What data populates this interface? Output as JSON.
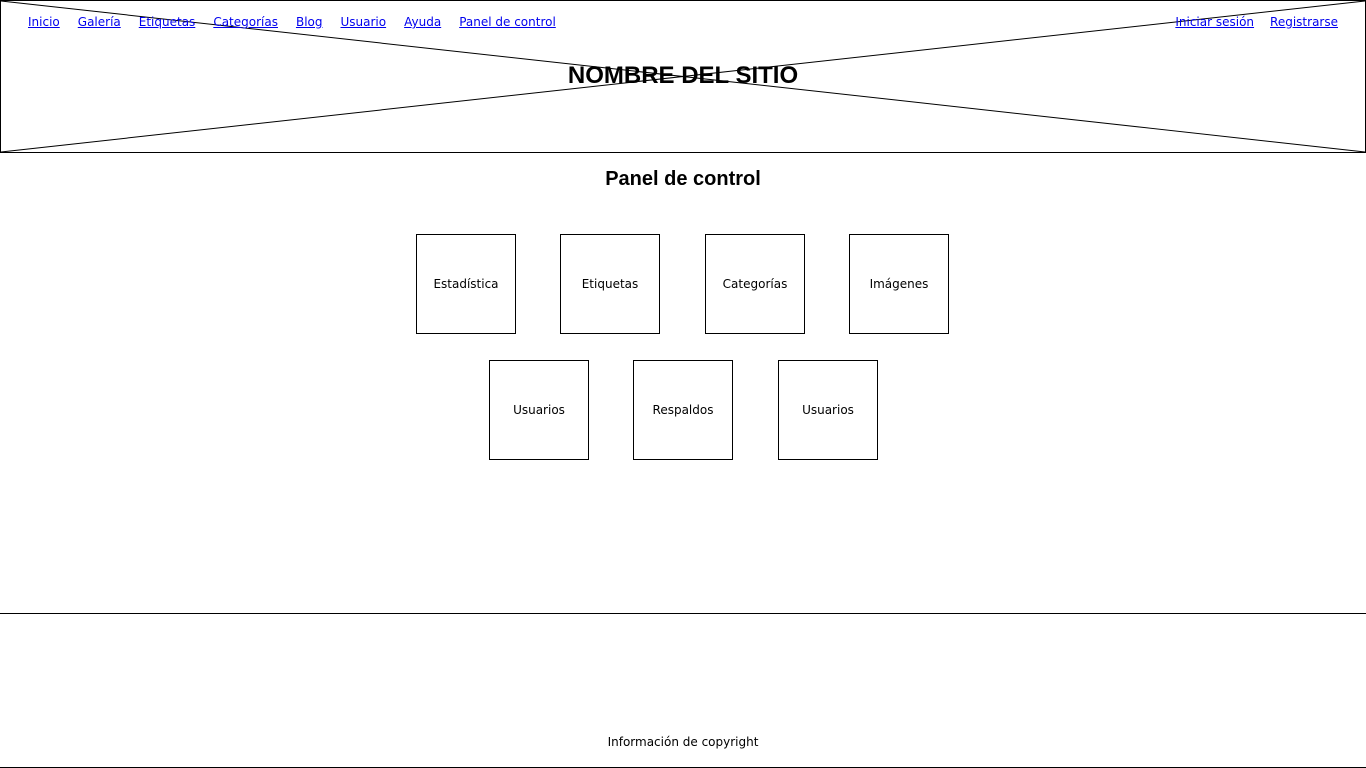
{
  "header": {
    "site_name": "NOMBRE DEL SITIO",
    "nav_left": [
      {
        "label": "Inicio"
      },
      {
        "label": "Galería"
      },
      {
        "label": "Etiquetas"
      },
      {
        "label": "Categorías"
      },
      {
        "label": "Blog"
      },
      {
        "label": "Usuario"
      },
      {
        "label": "Ayuda"
      },
      {
        "label": "Panel de control"
      }
    ],
    "nav_right": [
      {
        "label": "Iniciar sesión"
      },
      {
        "label": "Registrarse"
      }
    ]
  },
  "main": {
    "title": "Panel de control",
    "tiles_row1": [
      {
        "label": "Estadística"
      },
      {
        "label": "Etiquetas"
      },
      {
        "label": "Categorías"
      },
      {
        "label": "Imágenes"
      }
    ],
    "tiles_row2": [
      {
        "label": "Usuarios"
      },
      {
        "label": "Respaldos"
      },
      {
        "label": "Usuarios"
      }
    ]
  },
  "footer": {
    "copyright": "Información de copyright"
  },
  "colors": {
    "link": "#0000ee",
    "border": "#000000",
    "background": "#ffffff"
  }
}
